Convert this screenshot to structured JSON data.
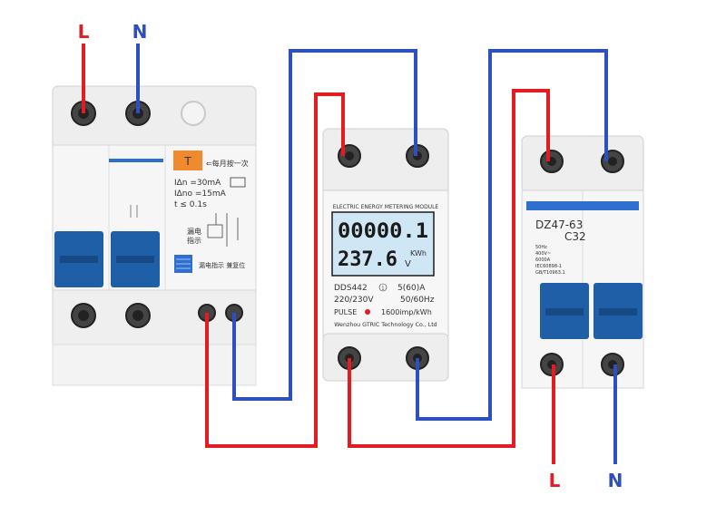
{
  "colors": {
    "live_wire": "#e31b23",
    "neutral_wire": "#2d4fbf",
    "breaker_handle": "#1f5fa8",
    "lcd_background": "#cfe6f5",
    "test_button": "#f08a2e"
  },
  "labels": {
    "input_live": "L",
    "input_neutral": "N",
    "output_live": "L",
    "output_neutral": "N"
  },
  "rcbo": {
    "test_button_mark": "T",
    "test_note": "⇐每月按一次",
    "spec_line1": "IΔn   =30mA",
    "spec_line2": "IΔno =15mA",
    "spec_line3": "t ≤ 0.1s",
    "leak_indicator": "漏电\n指示",
    "reset_note": "漏电指示 兼复位"
  },
  "meter": {
    "header": "ELECTRIC ENERGY METERING MODULE",
    "display_energy": "00000.1",
    "display_voltage": "237.6",
    "unit_energy": "KWh",
    "unit_voltage": "V",
    "model": "DDS442",
    "current_rating": "5(60)A",
    "voltage_rating": "220/230V",
    "frequency": "50/60Hz",
    "constant": "1600imp/kWh",
    "pulse_label": "PULSE",
    "circle_mark": "1",
    "manufacturer": "Wenzhou GTRIC Technology Co., Ltd"
  },
  "mcb": {
    "model": "DZ47-63",
    "rating": "C32",
    "spec1": "50Hz",
    "spec2": "400V~",
    "spec3": "6000A",
    "spec4": "IEC60898-1",
    "spec5": "GB/T10963.1"
  }
}
